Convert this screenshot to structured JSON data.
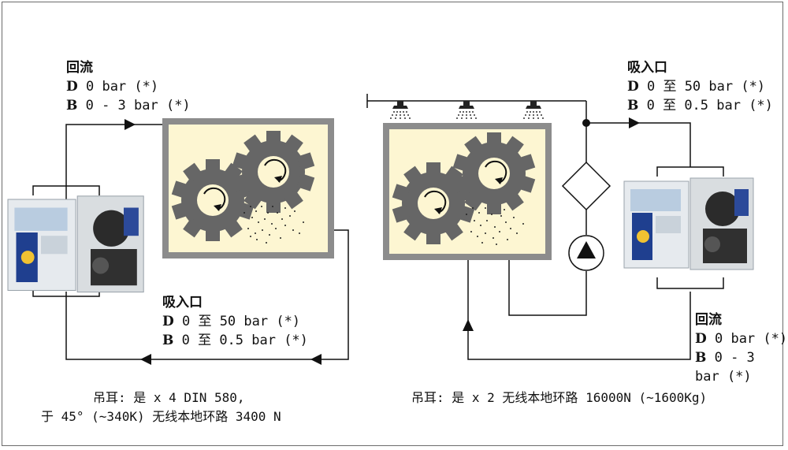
{
  "left": {
    "return": {
      "title": "回流",
      "d_key": "D",
      "d_val": " 0 bar (*)",
      "b_key": "B",
      "b_val": " 0 - 3 bar (*)"
    },
    "intake": {
      "title": "吸入口",
      "d_key": "D",
      "d_val": " 0 至 50 bar (*)",
      "b_key": "B",
      "b_val": " 0 至 0.5 bar (*)"
    },
    "caption_line1": "吊耳: 是 x 4 DIN 580,",
    "caption_line2": "于 45° (~340K) 无线本地环路 3400 N"
  },
  "right": {
    "intake": {
      "title": "吸入口",
      "d_key": "D",
      "d_val": " 0 至 50 bar (*)",
      "b_key": "B",
      "b_val": " 0 至 0.5 bar (*)"
    },
    "return": {
      "title": "回流",
      "d_key": "D",
      "d_val": " 0 bar (*)",
      "b_key": "B",
      "b_val": " 0 - 3",
      "b_val2": "bar (*)"
    },
    "caption": "吊耳: 是 x 2 无线本地环路 16000N (~1600Kg)"
  },
  "colors": {
    "tank_fill": "#fdf6d2",
    "tank_border": "#8c8c8c",
    "gear": "#666666",
    "line": "#111111"
  }
}
